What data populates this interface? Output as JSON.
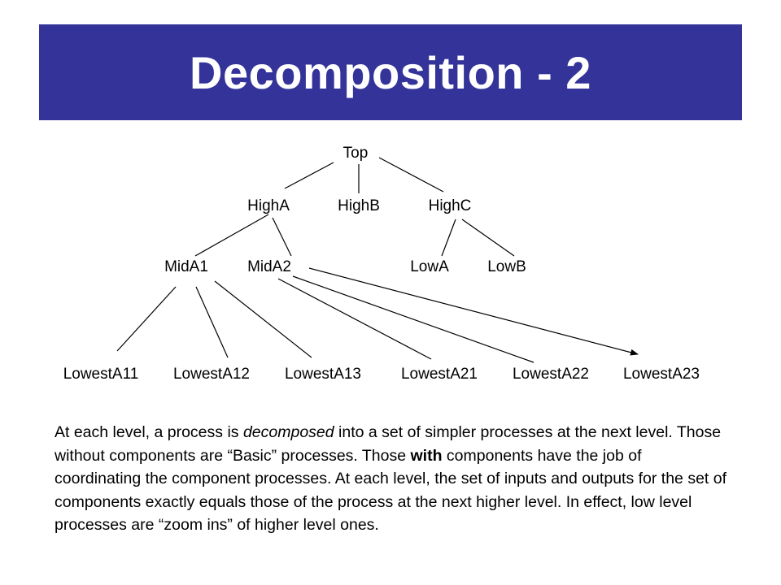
{
  "title": "Decomposition - 2",
  "tree": {
    "top": "Top",
    "high": [
      "HighA",
      "HighB",
      "HighC"
    ],
    "mid": [
      "MidA1",
      "MidA2",
      "LowA",
      "LowB"
    ],
    "lowest": [
      "LowestA11",
      "LowestA12",
      "LowestA13",
      "LowestA21",
      "LowestA22",
      "LowestA23"
    ]
  },
  "paragraph": {
    "s1_pre": "At each level, a process is ",
    "s1_em": "decomposed",
    "s1_post": " into a set of simpler processes at the next level.  Those without components are “Basic” processes.  Those ",
    "s2_bold": "with",
    "s2_post": " components have the job of coordinating the component processes.  At each level, the set of inputs and outputs for the set of components exactly equals those of the process at the next higher level.  In effect, low level processes are “zoom ins” of higher level ones."
  }
}
